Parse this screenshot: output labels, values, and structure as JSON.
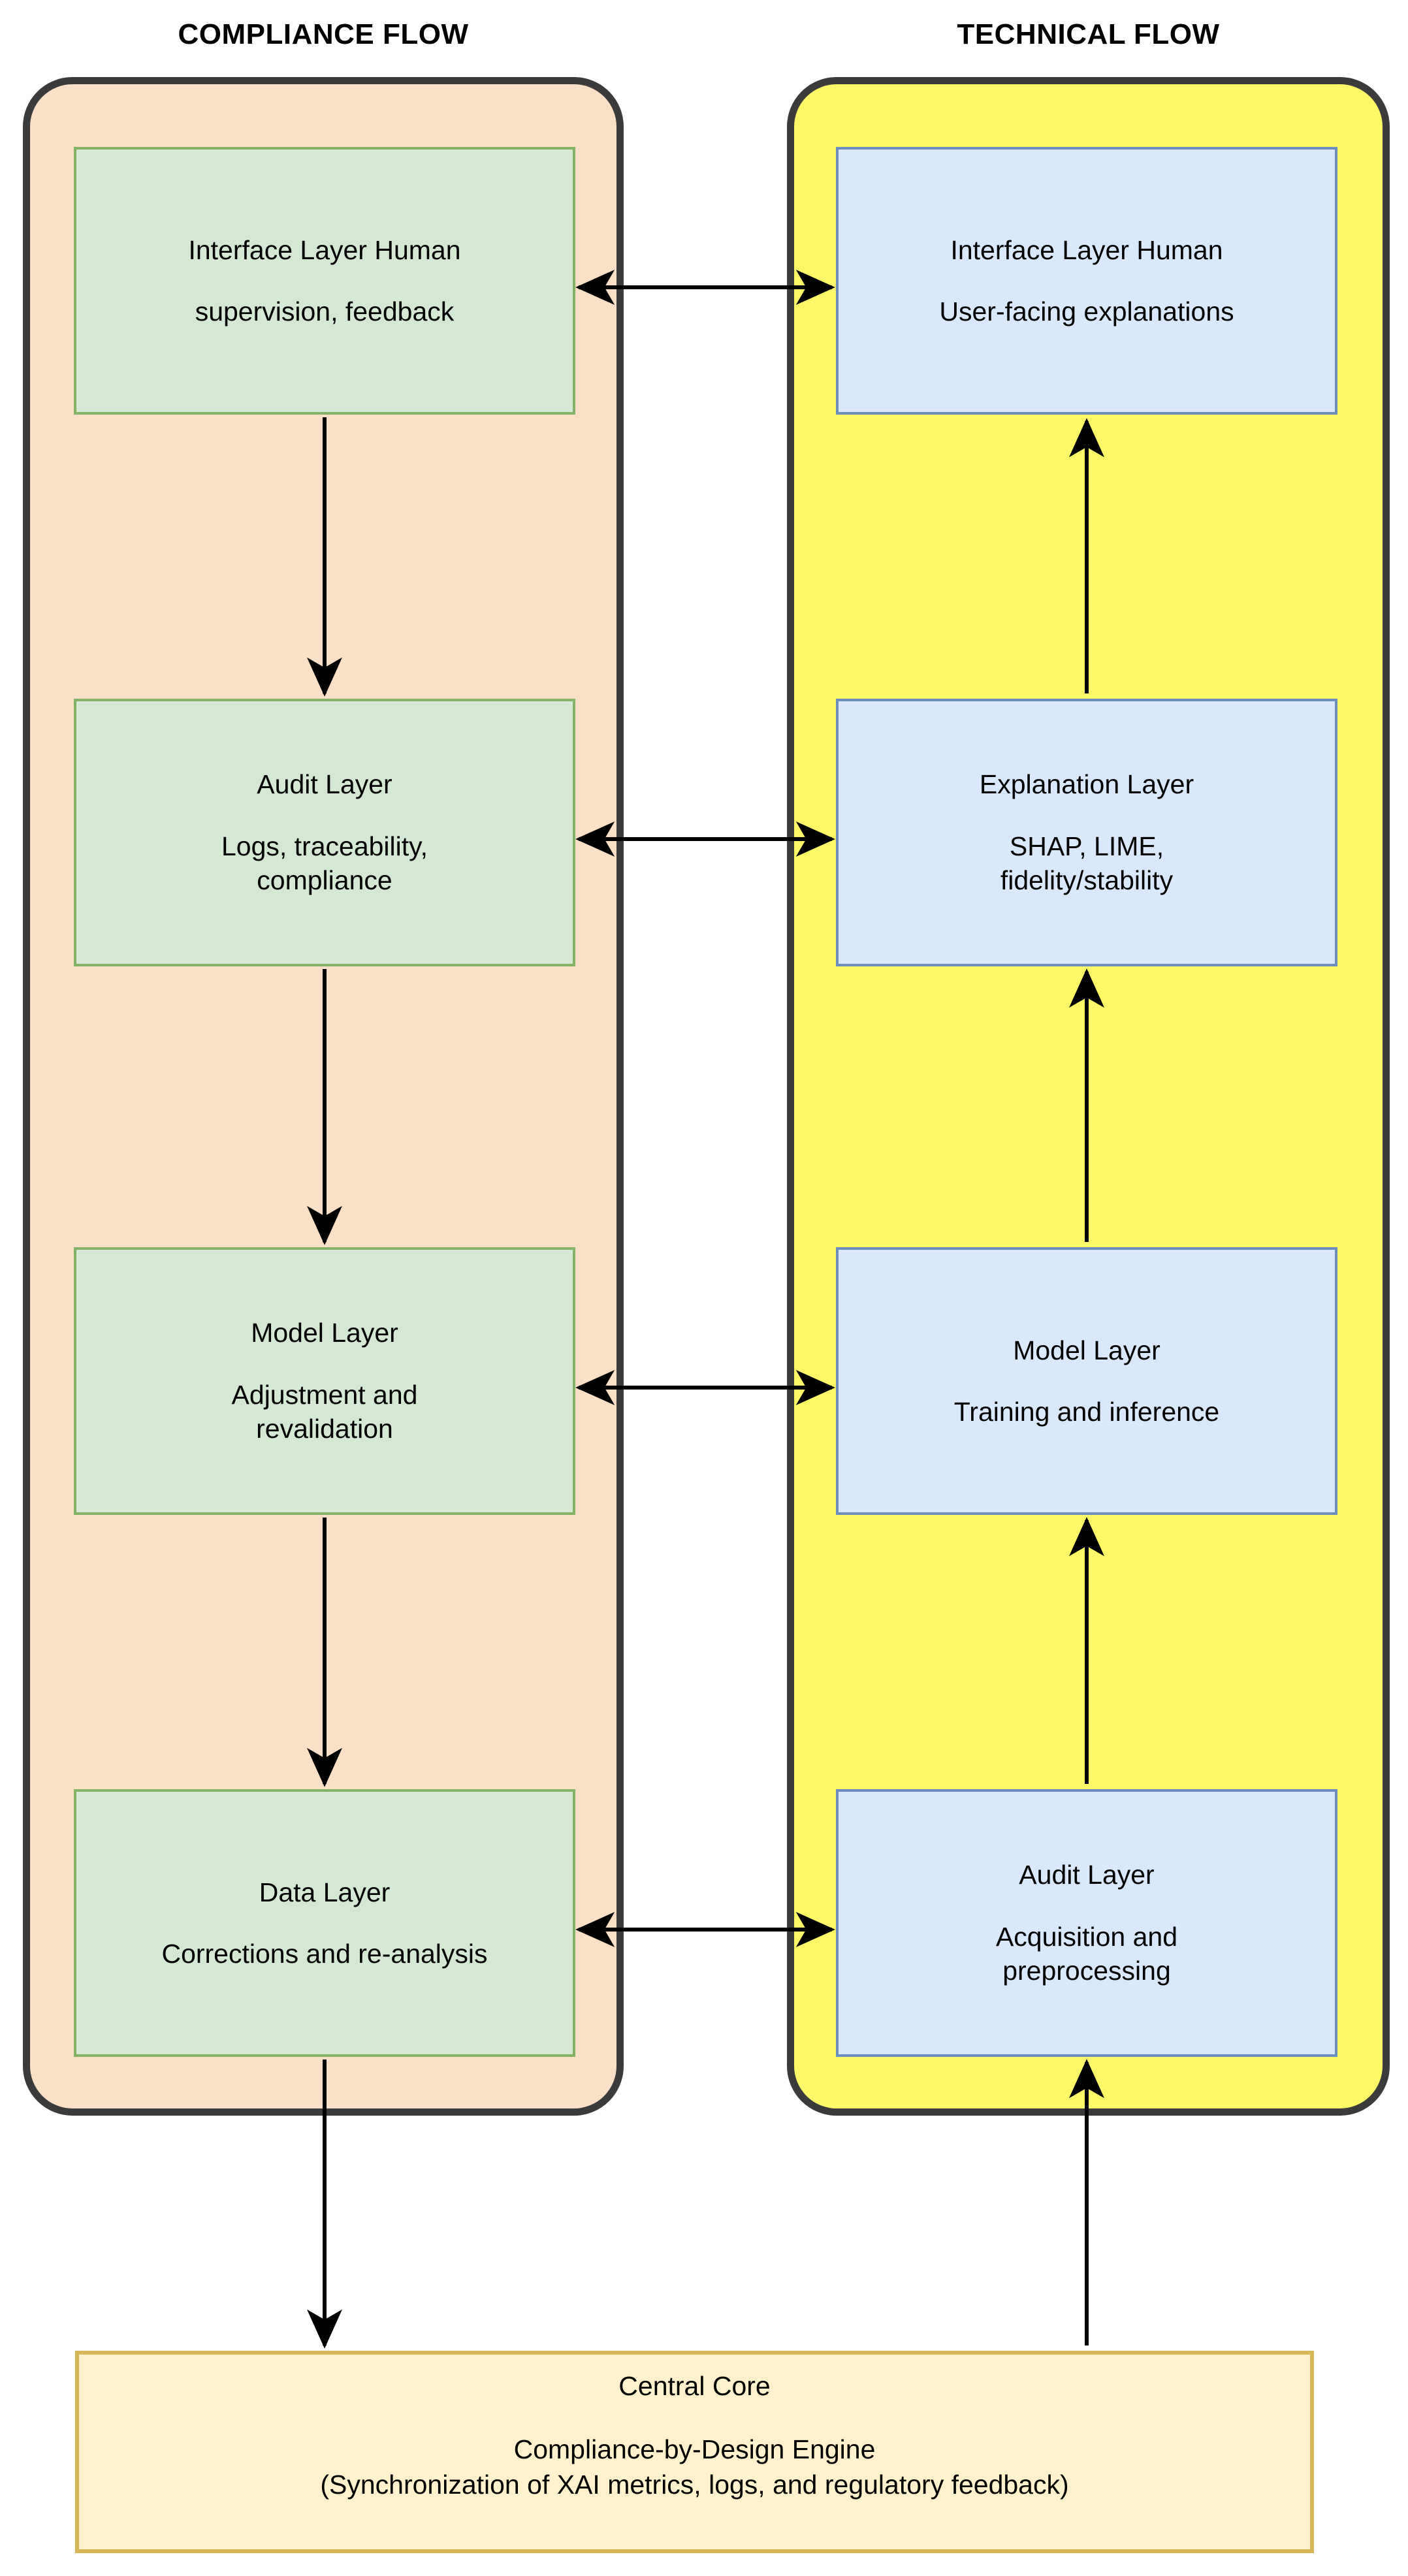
{
  "headers": {
    "compliance": "COMPLIANCE FLOW",
    "technical": "TECHNICAL FLOW"
  },
  "colors": {
    "compliance_container_fill": "#fbe0c8",
    "technical_container_fill": "#fdf868",
    "container_border": "#3b3b3b",
    "compliance_box_fill": "#d5e8d4",
    "compliance_box_border": "#82b366",
    "technical_box_fill": "#dae8fc",
    "technical_box_border": "#6c8ebf",
    "core_fill": "#fff2cc",
    "core_border": "#d6b656",
    "arrow": "#000000",
    "text": "#000000"
  },
  "compliance_flow": {
    "boxes": [
      {
        "title": "Interface Layer Human",
        "subtitle": "supervision, feedback"
      },
      {
        "title": "Audit Layer",
        "subtitle": "Logs, traceability,\ncompliance"
      },
      {
        "title": "Model Layer",
        "subtitle": "Adjustment and\nrevalidation"
      },
      {
        "title": "Data Layer",
        "subtitle": "Corrections and re-analysis"
      }
    ]
  },
  "technical_flow": {
    "boxes": [
      {
        "title": "Interface Layer Human",
        "subtitle": "User-facing explanations"
      },
      {
        "title": "Explanation Layer",
        "subtitle": "SHAP, LIME,\nfidelity/stability"
      },
      {
        "title": "Model Layer",
        "subtitle": "Training and inference"
      },
      {
        "title": "Audit Layer",
        "subtitle": "Acquisition and\npreprocessing"
      }
    ]
  },
  "central_core": {
    "title": "Central Core",
    "body": "Compliance-by-Design Engine\n(Synchronization of XAI metrics, logs, and regulatory feedback)"
  },
  "connectors": [
    {
      "name": "compliance-interface-to-audit",
      "type": "vertical-down"
    },
    {
      "name": "compliance-audit-to-model",
      "type": "vertical-down"
    },
    {
      "name": "compliance-model-to-data",
      "type": "vertical-down"
    },
    {
      "name": "compliance-data-to-core",
      "type": "vertical-down"
    },
    {
      "name": "technical-audit-to-model",
      "type": "vertical-up"
    },
    {
      "name": "technical-model-to-explanation",
      "type": "vertical-up"
    },
    {
      "name": "technical-explanation-to-interface",
      "type": "vertical-up"
    },
    {
      "name": "core-to-technical-audit",
      "type": "vertical-up"
    },
    {
      "name": "interface-bridge",
      "type": "bidirectional"
    },
    {
      "name": "audit-explanation-bridge",
      "type": "bidirectional"
    },
    {
      "name": "model-bridge",
      "type": "bidirectional"
    },
    {
      "name": "data-audit-bridge",
      "type": "bidirectional"
    }
  ]
}
